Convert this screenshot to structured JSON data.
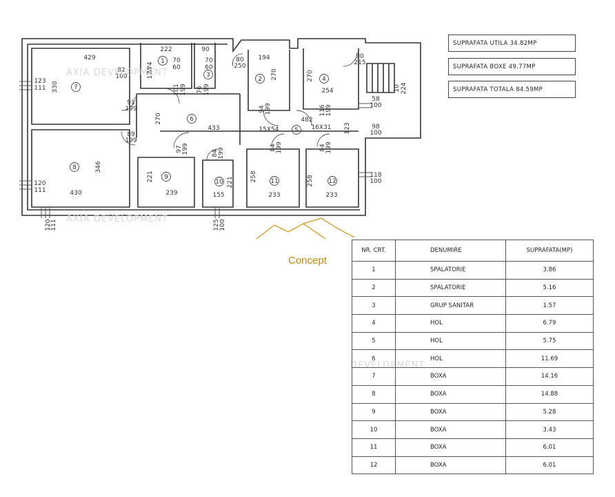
{
  "summary": {
    "utila": "SUPRAFATA UTILA 34.82MP",
    "boxe": "SUPRAFATA BOXE 49.77MP",
    "totala": "SUPRAFATA TOTALA 84.59MP"
  },
  "logo_text": "Concept",
  "watermarks": [
    "AXIA DEVELOPMENT",
    "DEVELOPMENT"
  ],
  "table": {
    "headers": [
      "NR. CRT.",
      "DENUMIRE",
      "SUPRAFATA(MP)"
    ],
    "rows": [
      [
        "1",
        "SPALATORIE",
        "3.86"
      ],
      [
        "2",
        "SPALATORIE",
        "5.16"
      ],
      [
        "3",
        "GRUP SANITAR",
        "1.57"
      ],
      [
        "4",
        "HOL",
        "6.79"
      ],
      [
        "5",
        "HOL",
        "5.75"
      ],
      [
        "6",
        "HOL",
        "11.69"
      ],
      [
        "7",
        "BOXA",
        "14.16"
      ],
      [
        "8",
        "BOXA",
        "14.88"
      ],
      [
        "9",
        "BOXA",
        "5.28"
      ],
      [
        "10",
        "BOXA",
        "3.43"
      ],
      [
        "11",
        "BOXA",
        "6.01"
      ],
      [
        "12",
        "BOXA",
        "6.01"
      ]
    ]
  },
  "plan": {
    "room_numbers": [
      "1",
      "2",
      "3",
      "4",
      "5",
      "6",
      "7",
      "8",
      "9",
      "10",
      "11",
      "12"
    ],
    "dimensions": [
      "429",
      "222",
      "90",
      "194",
      "90",
      "215",
      "330",
      "123",
      "111",
      "82",
      "100",
      "70",
      "60",
      "174",
      "70",
      "60",
      "76",
      "199",
      "174",
      "101",
      "199",
      "80",
      "250",
      "270",
      "270",
      "58",
      "100",
      "254",
      "10",
      "224",
      "91",
      "199",
      "270",
      "433",
      "94",
      "199",
      "116",
      "199",
      "482",
      "15X54",
      "16X31",
      "89",
      "199",
      "97",
      "199",
      "123",
      "98",
      "100",
      "346",
      "84",
      "199",
      "84",
      "199",
      "84",
      "199",
      "221",
      "221",
      "258",
      "258",
      "120",
      "111",
      "430",
      "239",
      "155",
      "233",
      "233",
      "118",
      "100",
      "120",
      "111",
      "125",
      "100"
    ]
  }
}
